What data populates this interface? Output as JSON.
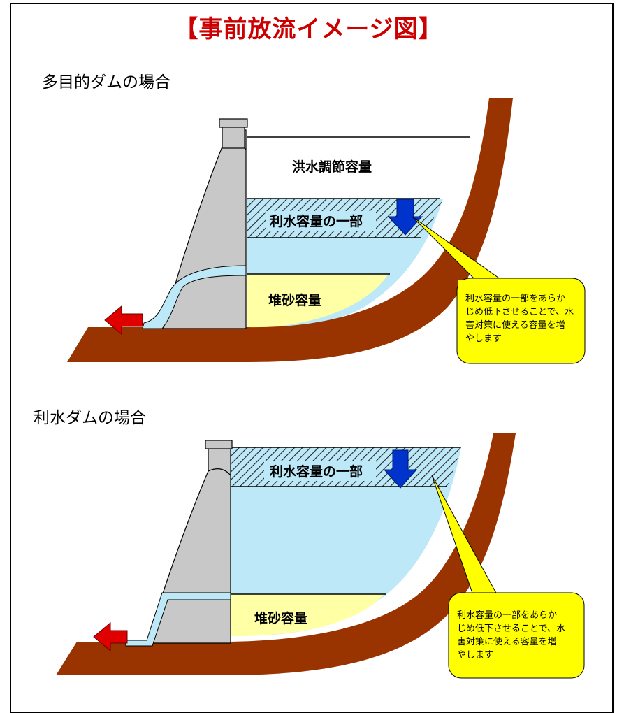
{
  "title": "【事前放流イメージ図】",
  "sections": [
    {
      "heading": "多目的ダムの場合",
      "labels": {
        "flood_control": "洪水調節容量",
        "water_use_part": "利水容量の一部",
        "sediment": "堆砂容量"
      },
      "callout": [
        "利水容量の一部をあらか",
        "じめ低下させることで、水",
        "害対策に使える容量を増",
        "やします"
      ]
    },
    {
      "heading": "利水ダムの場合",
      "labels": {
        "water_use_part": "利水容量の一部",
        "sediment": "堆砂容量"
      },
      "callout": [
        "利水容量の一部をあらか",
        "じめ低下させることで、水",
        "害対策に使える容量を増",
        "やします"
      ]
    }
  ],
  "colors": {
    "title": "#cc0000",
    "ground": "#993300",
    "water": "#bde8f7",
    "sediment": "#ffffa6",
    "dam": "#c8c8c8",
    "arrow_down": "#0033cc",
    "arrow_out": "#e00000",
    "callout_fill": "#ffff00"
  },
  "icons": [
    "down-arrow-icon",
    "outflow-arrow-icon"
  ]
}
